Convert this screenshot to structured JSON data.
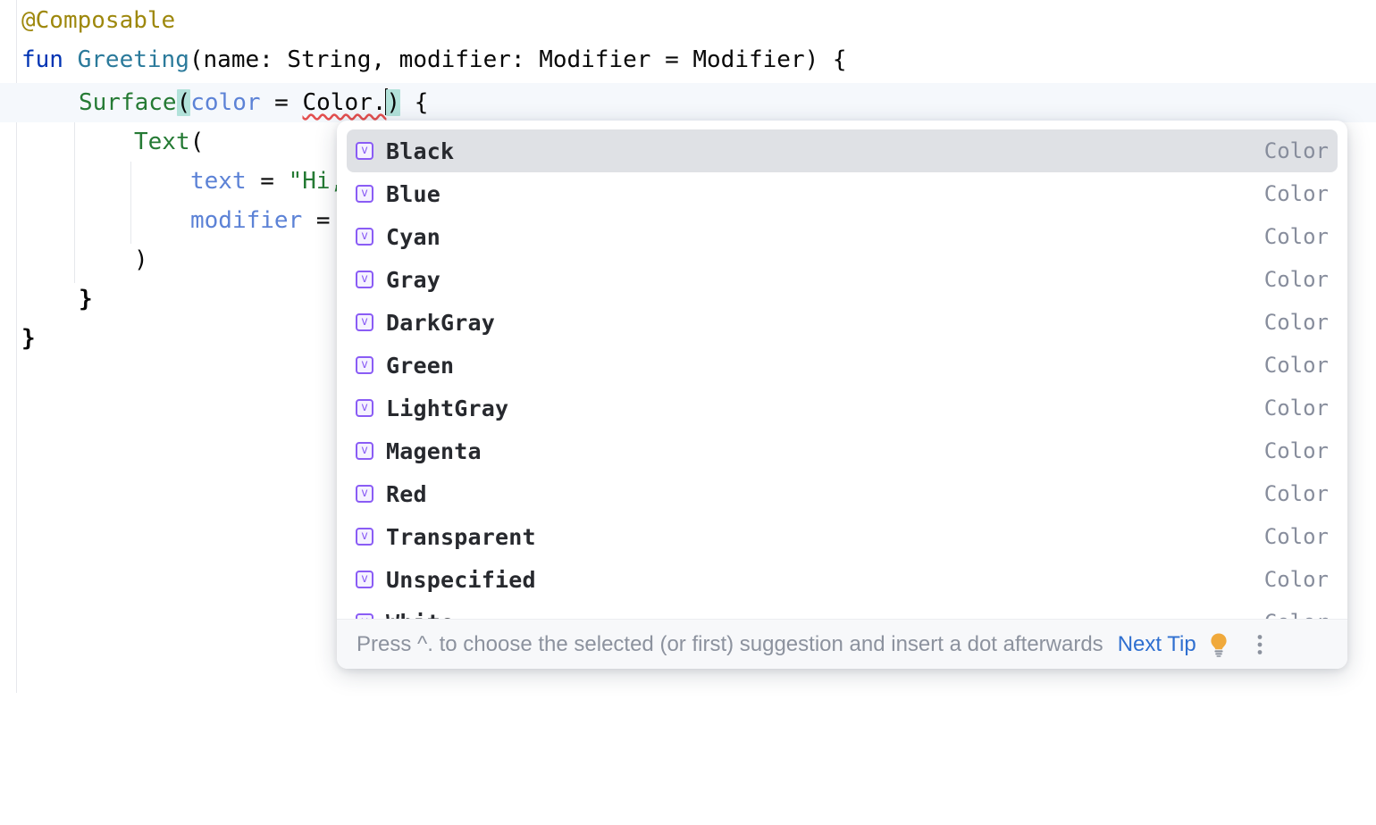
{
  "editor": {
    "language": "kotlin",
    "lines": [
      {
        "id": "line-annotation",
        "text": "@Composable"
      },
      {
        "id": "line-fun-decl",
        "text": "fun Greeting(name: String, modifier: Modifier = Modifier) {"
      },
      {
        "id": "line-surface",
        "text": "    Surface(color = Color.) {"
      },
      {
        "id": "line-text-open",
        "text": "        Text("
      },
      {
        "id": "line-text-arg",
        "text": "            text = \"Hi,"
      },
      {
        "id": "line-modifier-arg",
        "text": "            modifier = "
      },
      {
        "id": "line-text-close",
        "text": "        )"
      },
      {
        "id": "line-close-inner",
        "text": "    }"
      },
      {
        "id": "line-close-outer",
        "text": "}"
      }
    ],
    "tokens": {
      "annotation": "@Composable",
      "kw_fun": "fun",
      "fn_name": "Greeting",
      "signature": "(name: String, modifier: Modifier = Modifier) {",
      "surface_call": "Surface",
      "paren_open": "(",
      "param_color": "color",
      "equals": " = ",
      "receiver": "Color.",
      "paren_close": ")",
      "brace_open": " {",
      "text_call": "Text",
      "text_param": "text",
      "text_value": "\"Hi,",
      "modifier_param": "modifier",
      "modifier_eq": " = ",
      "close_paren": ")",
      "close_brace_inner": "}",
      "close_brace_outer": "}"
    },
    "colors": {
      "annotation": "#9e880d",
      "keyword": "#0033b3",
      "function_decl": "#2b7a9b",
      "function_call": "#257a34",
      "parameter": "#5c82d6",
      "string": "#257a34",
      "plain": "#080808",
      "paren_match_highlight": "#b2e2da",
      "error_squiggle": "#e34f4f",
      "current_line": "#f5f8fc"
    }
  },
  "completion": {
    "kind_icon_glyph": "v",
    "kind_icon_color": "#8a5cf5",
    "selected_index": 0,
    "items": [
      {
        "label": "Black",
        "type": "Color",
        "selected": true
      },
      {
        "label": "Blue",
        "type": "Color",
        "selected": false
      },
      {
        "label": "Cyan",
        "type": "Color",
        "selected": false
      },
      {
        "label": "Gray",
        "type": "Color",
        "selected": false
      },
      {
        "label": "DarkGray",
        "type": "Color",
        "selected": false
      },
      {
        "label": "Green",
        "type": "Color",
        "selected": false
      },
      {
        "label": "LightGray",
        "type": "Color",
        "selected": false
      },
      {
        "label": "Magenta",
        "type": "Color",
        "selected": false
      },
      {
        "label": "Red",
        "type": "Color",
        "selected": false
      },
      {
        "label": "Transparent",
        "type": "Color",
        "selected": false
      },
      {
        "label": "Unspecified",
        "type": "Color",
        "selected": false
      },
      {
        "label": "White",
        "type": "Color",
        "selected": false
      }
    ],
    "footer": {
      "tip_text": "Press ^. to choose the selected (or first) suggestion and insert a dot afterwards",
      "next_tip_label": "Next Tip",
      "bulb_color": "#f0a93b",
      "link_color": "#2f6fd0"
    }
  }
}
